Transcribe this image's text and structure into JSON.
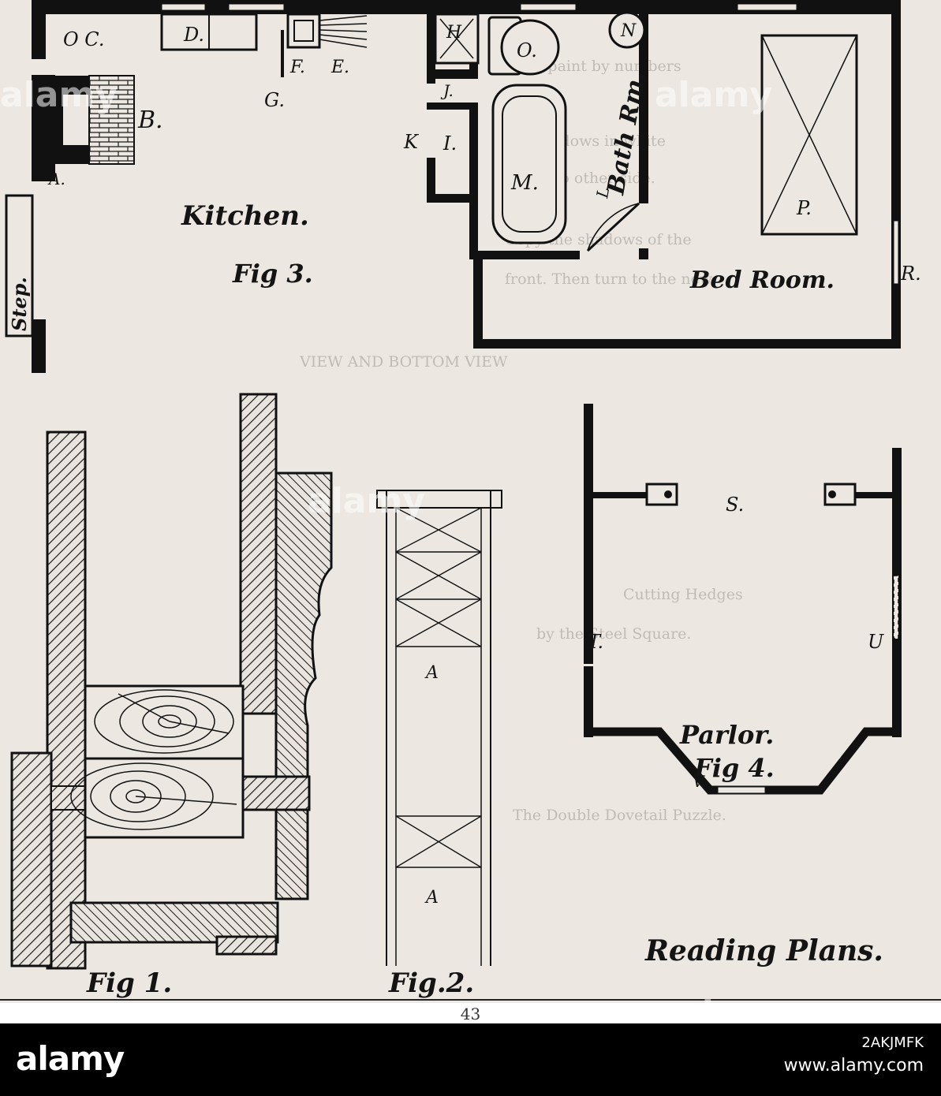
{
  "figure": {
    "caption": "Reading Plans.",
    "fig1_label": "Fig 1.",
    "fig2_label": "Fig.2.",
    "fig3_label": "Fig 3.",
    "fig4_label": "Fig 4.",
    "page_number": "43"
  },
  "kitchen_plan": {
    "room_kitchen": "Kitchen.",
    "room_bath": "Bath Rm.",
    "room_bed": "Bed Room.",
    "step": "Step.",
    "labels": [
      "O C.",
      "D.",
      "F.",
      "E.",
      "G.",
      "H",
      "O.",
      "N",
      "J.",
      "K",
      "I.",
      "B.",
      "A.",
      "M.",
      "L.",
      "P.",
      "R."
    ]
  },
  "parlor_plan": {
    "room_parlor": "Parlor.",
    "labels": [
      "S.",
      "T.",
      "U",
      "V."
    ]
  },
  "fig2_labels": [
    "A",
    "A"
  ],
  "background_text": [
    "Then paint by numbers",
    "the shadows in white",
    "shade to other side.",
    "Copy the shadows of the",
    "front. Then turn to the new",
    "VIEW AND BOTTOM VIEW",
    "Cutting Hedges",
    "by the Steel Square.",
    "The Double Dovetail Puzzle."
  ],
  "watermark": {
    "brand": "alamy",
    "image_id": "2AKJMFK",
    "url": "www.alamy.com"
  }
}
